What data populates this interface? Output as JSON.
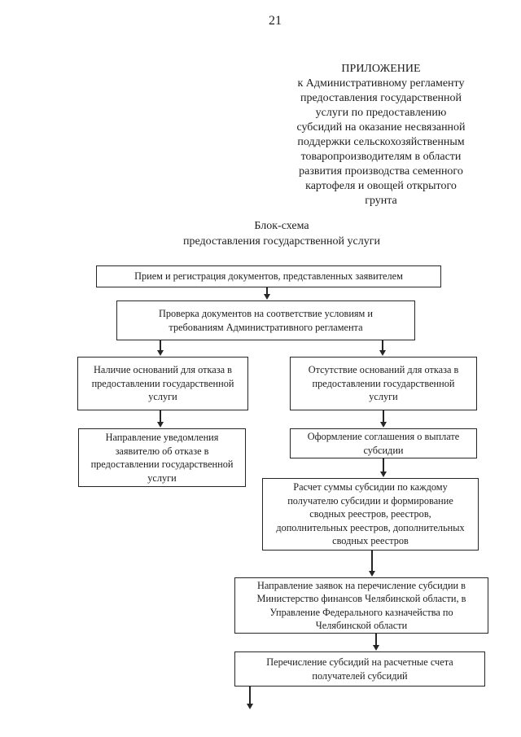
{
  "colors": {
    "ink": "#262626",
    "paper": "#ffffff"
  },
  "page": {
    "number": "21"
  },
  "appendix": {
    "title": "ПРИЛОЖЕНИЕ",
    "body": "к Административному регламенту\nпредоставления государственной\nуслуги по предоставлению\nсубсидий на оказание несвязанной\nподдержки сельскохозяйственным\nтоваропроизводителям в области\nразвития производства семенного\nкартофеля и овощей открытого\nгрунта"
  },
  "flowchart": {
    "title": "Блок-схема\nпредоставления государственной услуги",
    "boxes": {
      "reception": "Прием и регистрация документов, представленных заявителем",
      "check": "Проверка документов на соответствие условиям и\nтребованиям Административного регламента",
      "refusal_grounds": "Наличие оснований для отказа в\nпредоставлении государственной\nуслуги",
      "no_refusal_grounds": "Отсутствие оснований для отказа в\nпредоставлении государственной\nуслуги",
      "refusal_notification": "Направление уведомления\nзаявителю об отказе в\nпредоставлении государственной\nуслуги",
      "agreement": "Оформление соглашения о выплате\nсубсидии",
      "calculation": "Расчет суммы субсидии по каждому\nполучателю субсидии и формирование\nсводных реестров, реестров,\nдополнительных реестров, дополнительных\nсводных реестров",
      "payment_requests": "Направление заявок на перечисление субсидии в\nМинистерство финансов Челябинской области, в\nУправление Федерального казначейства по\nЧелябинской области",
      "transfer": "Перечисление субсидий на расчетные счета\nполучателей субсидий"
    }
  }
}
